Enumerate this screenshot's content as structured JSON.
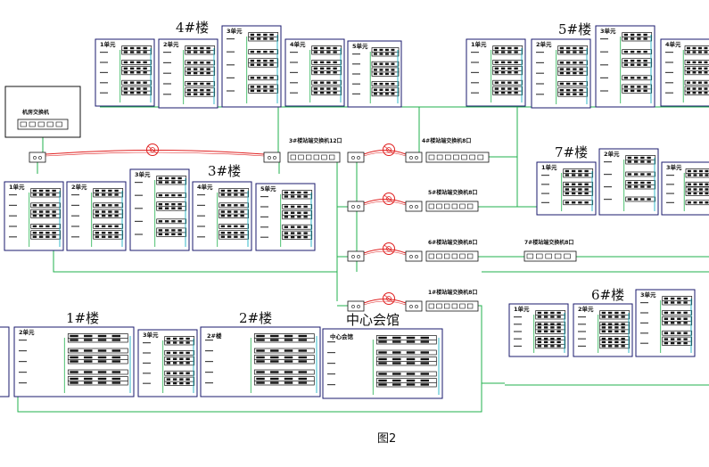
{
  "figure": {
    "caption": "图2"
  },
  "labels": {
    "machine_room": "机房交换机",
    "center_hall_big": "中心会馆",
    "center_hall_small": "中心会馆",
    "b2_small": "2#楼"
  },
  "buildings": [
    {
      "id": "b4",
      "title": "4#楼",
      "units": [
        "1单元",
        "2单元",
        "3单元",
        "4单元",
        "5单元"
      ]
    },
    {
      "id": "b3",
      "title": "3#楼",
      "units": [
        "1单元",
        "2单元",
        "3单元",
        "4单元",
        "5单元"
      ]
    },
    {
      "id": "b5",
      "title": "5#楼",
      "units": [
        "1单元",
        "2单元",
        "3单元",
        "4单元"
      ]
    },
    {
      "id": "b7",
      "title": "7#楼",
      "units": [
        "1单元",
        "2单元",
        "3单元"
      ]
    },
    {
      "id": "b6",
      "title": "6#楼",
      "units": [
        "1单元",
        "2单元",
        "3单元"
      ]
    },
    {
      "id": "b1",
      "title": "1#楼",
      "units": [
        "2单元",
        "3单元"
      ]
    },
    {
      "id": "b2",
      "title": "2#楼",
      "units": []
    },
    {
      "id": "bc",
      "title": "中心会馆",
      "units": []
    }
  ],
  "switches": [
    {
      "id": "s3",
      "label": "3#楼站端交换机12口"
    },
    {
      "id": "s4",
      "label": "4#楼站端交换机8口"
    },
    {
      "id": "s5",
      "label": "5#楼站端交换机8口"
    },
    {
      "id": "s6",
      "label": "6#楼站端交换机8口"
    },
    {
      "id": "s7",
      "label": "7#楼站端交换机8口"
    },
    {
      "id": "s1",
      "label": "1#楼站端交换机8口"
    }
  ],
  "colors": {
    "link": "#22b14c",
    "fiber": "#e02020",
    "frame": "#1a1a6e",
    "riser": "#33b8c8"
  }
}
